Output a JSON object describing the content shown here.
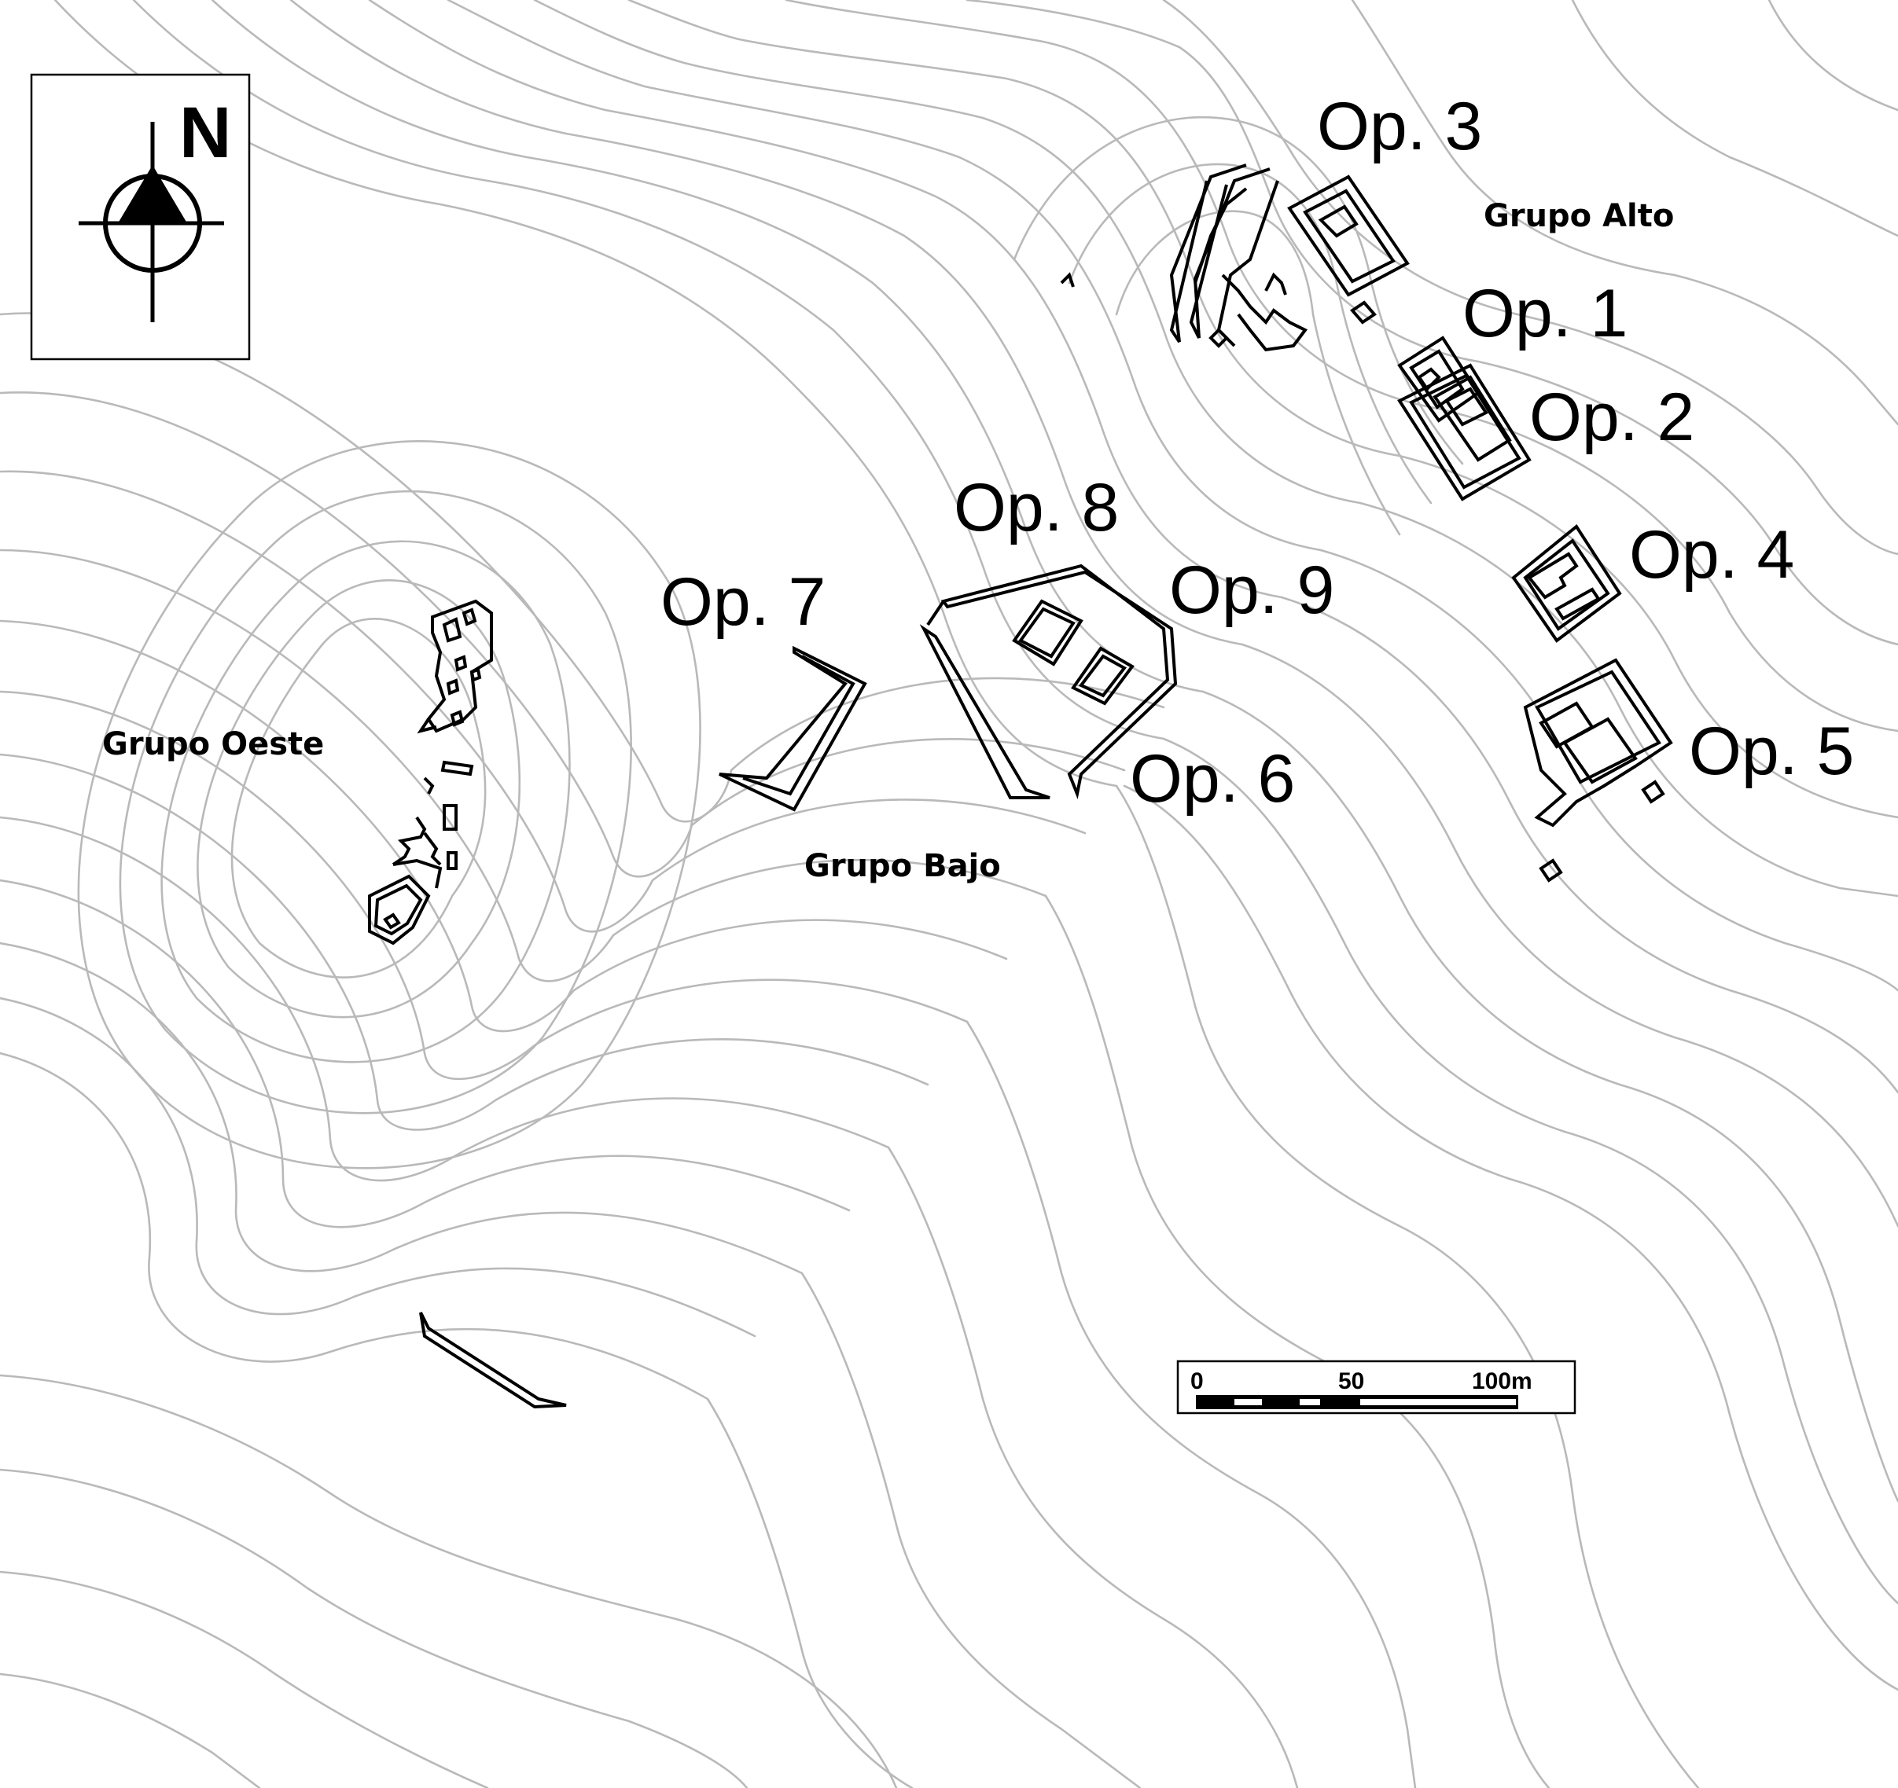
{
  "north_arrow": {
    "letter": "N",
    "icon": "north-arrow-icon"
  },
  "groups": {
    "alto": "Grupo Alto",
    "oeste": "Grupo Oeste",
    "bajo": "Grupo Bajo"
  },
  "operations": {
    "op1": "Op. 1",
    "op2": "Op. 2",
    "op3": "Op. 3",
    "op4": "Op. 4",
    "op5": "Op. 5",
    "op6": "Op. 6",
    "op7": "Op. 7",
    "op8": "Op. 8",
    "op9": "Op. 9"
  },
  "scale_bar": {
    "label_0": "0",
    "label_50": "50",
    "label_100": "100m"
  },
  "colors": {
    "contour": "#b9b9b9",
    "structure": "#000000",
    "background": "#ffffff"
  }
}
